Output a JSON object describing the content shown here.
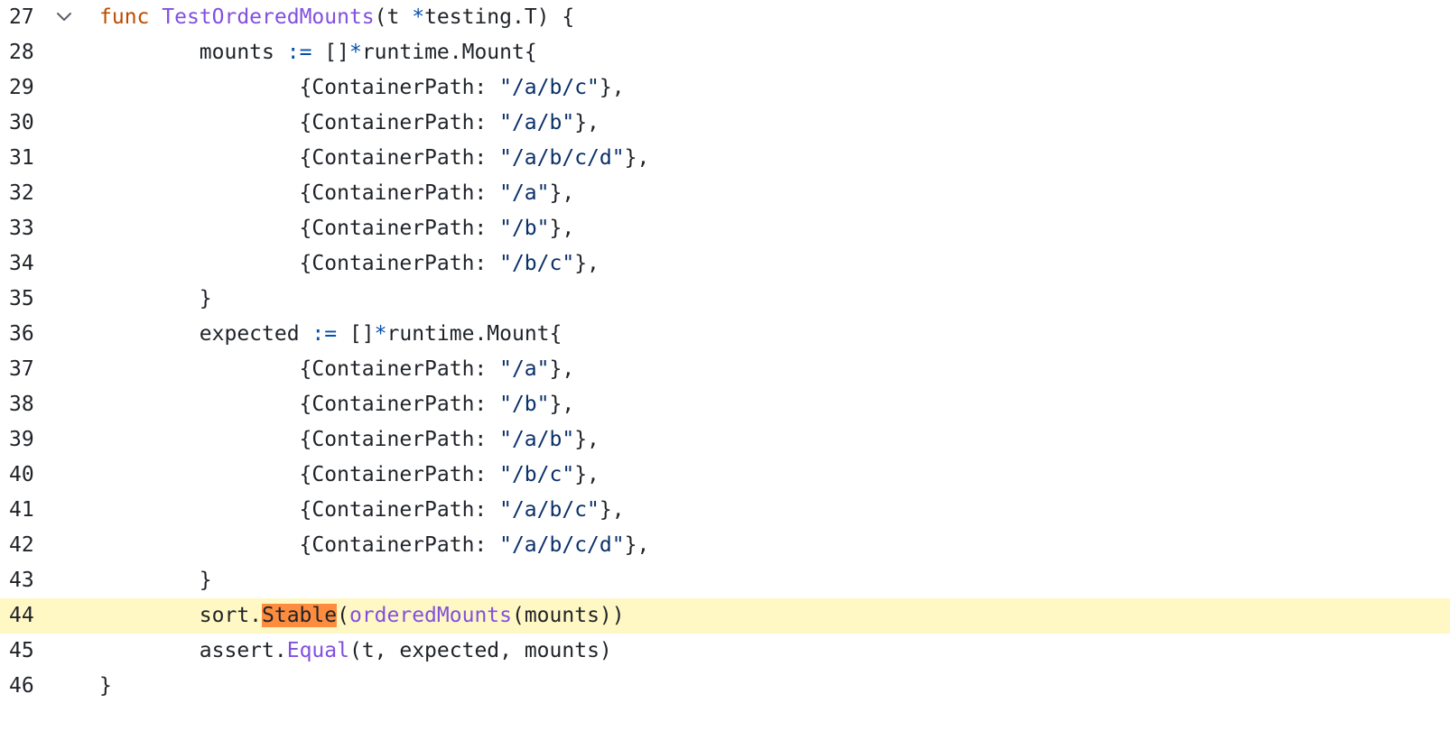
{
  "editor": {
    "colors": {
      "keyword": "#bc4c00",
      "function": "#8250df",
      "operator": "#0550ae",
      "string": "#0a3069",
      "text": "#1f2328",
      "line_highlight": "#fff8c5",
      "search_match": "#fd8c3e"
    },
    "fold_icon": "chevron-down-icon",
    "highlighted_line": 44,
    "lines": [
      {
        "num": "27",
        "fold": true,
        "tokens": [
          {
            "t": "func",
            "c": "kw"
          },
          {
            "t": " ",
            "c": "plain"
          },
          {
            "t": "TestOrderedMounts",
            "c": "fn"
          },
          {
            "t": "(t ",
            "c": "plain"
          },
          {
            "t": "*",
            "c": "op"
          },
          {
            "t": "testing.T) {",
            "c": "plain"
          }
        ]
      },
      {
        "num": "28",
        "tokens": [
          {
            "t": "        mounts ",
            "c": "plain"
          },
          {
            "t": ":=",
            "c": "op"
          },
          {
            "t": " []",
            "c": "plain"
          },
          {
            "t": "*",
            "c": "op"
          },
          {
            "t": "runtime.Mount{",
            "c": "plain"
          }
        ]
      },
      {
        "num": "29",
        "tokens": [
          {
            "t": "                {ContainerPath: ",
            "c": "plain"
          },
          {
            "t": "\"/a/b/c\"",
            "c": "str"
          },
          {
            "t": "},",
            "c": "plain"
          }
        ]
      },
      {
        "num": "30",
        "tokens": [
          {
            "t": "                {ContainerPath: ",
            "c": "plain"
          },
          {
            "t": "\"/a/b\"",
            "c": "str"
          },
          {
            "t": "},",
            "c": "plain"
          }
        ]
      },
      {
        "num": "31",
        "tokens": [
          {
            "t": "                {ContainerPath: ",
            "c": "plain"
          },
          {
            "t": "\"/a/b/c/d\"",
            "c": "str"
          },
          {
            "t": "},",
            "c": "plain"
          }
        ]
      },
      {
        "num": "32",
        "tokens": [
          {
            "t": "                {ContainerPath: ",
            "c": "plain"
          },
          {
            "t": "\"/a\"",
            "c": "str"
          },
          {
            "t": "},",
            "c": "plain"
          }
        ]
      },
      {
        "num": "33",
        "tokens": [
          {
            "t": "                {ContainerPath: ",
            "c": "plain"
          },
          {
            "t": "\"/b\"",
            "c": "str"
          },
          {
            "t": "},",
            "c": "plain"
          }
        ]
      },
      {
        "num": "34",
        "tokens": [
          {
            "t": "                {ContainerPath: ",
            "c": "plain"
          },
          {
            "t": "\"/b/c\"",
            "c": "str"
          },
          {
            "t": "},",
            "c": "plain"
          }
        ]
      },
      {
        "num": "35",
        "tokens": [
          {
            "t": "        }",
            "c": "plain"
          }
        ]
      },
      {
        "num": "36",
        "tokens": [
          {
            "t": "        expected ",
            "c": "plain"
          },
          {
            "t": ":=",
            "c": "op"
          },
          {
            "t": " []",
            "c": "plain"
          },
          {
            "t": "*",
            "c": "op"
          },
          {
            "t": "runtime.Mount{",
            "c": "plain"
          }
        ]
      },
      {
        "num": "37",
        "tokens": [
          {
            "t": "                {ContainerPath: ",
            "c": "plain"
          },
          {
            "t": "\"/a\"",
            "c": "str"
          },
          {
            "t": "},",
            "c": "plain"
          }
        ]
      },
      {
        "num": "38",
        "tokens": [
          {
            "t": "                {ContainerPath: ",
            "c": "plain"
          },
          {
            "t": "\"/b\"",
            "c": "str"
          },
          {
            "t": "},",
            "c": "plain"
          }
        ]
      },
      {
        "num": "39",
        "tokens": [
          {
            "t": "                {ContainerPath: ",
            "c": "plain"
          },
          {
            "t": "\"/a/b\"",
            "c": "str"
          },
          {
            "t": "},",
            "c": "plain"
          }
        ]
      },
      {
        "num": "40",
        "tokens": [
          {
            "t": "                {ContainerPath: ",
            "c": "plain"
          },
          {
            "t": "\"/b/c\"",
            "c": "str"
          },
          {
            "t": "},",
            "c": "plain"
          }
        ]
      },
      {
        "num": "41",
        "tokens": [
          {
            "t": "                {ContainerPath: ",
            "c": "plain"
          },
          {
            "t": "\"/a/b/c\"",
            "c": "str"
          },
          {
            "t": "},",
            "c": "plain"
          }
        ]
      },
      {
        "num": "42",
        "tokens": [
          {
            "t": "                {ContainerPath: ",
            "c": "plain"
          },
          {
            "t": "\"/a/b/c/d\"",
            "c": "str"
          },
          {
            "t": "},",
            "c": "plain"
          }
        ]
      },
      {
        "num": "43",
        "tokens": [
          {
            "t": "        }",
            "c": "plain"
          }
        ]
      },
      {
        "num": "44",
        "tokens": [
          {
            "t": "        sort.",
            "c": "plain"
          },
          {
            "t": "Stable",
            "c": "match"
          },
          {
            "t": "(",
            "c": "plain"
          },
          {
            "t": "orderedMounts",
            "c": "fn"
          },
          {
            "t": "(mounts))",
            "c": "plain"
          }
        ]
      },
      {
        "num": "45",
        "tokens": [
          {
            "t": "        assert.",
            "c": "plain"
          },
          {
            "t": "Equal",
            "c": "fn"
          },
          {
            "t": "(t, expected, mounts)",
            "c": "plain"
          }
        ]
      },
      {
        "num": "46",
        "tokens": [
          {
            "t": "}",
            "c": "plain"
          }
        ]
      }
    ]
  }
}
